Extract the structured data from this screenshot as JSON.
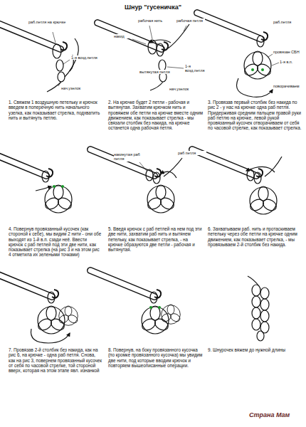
{
  "diagram": {
    "title": "Шнур \"гусеничка\"",
    "labels": [
      "раб.петля на крючке",
      "1-я возд.петля",
      "нач.узелок",
      "1. Свяжем 1 воздушную петельку и крючок введем в поперечную нить начального узелка, как показывает стрелка, подхватить нить и вытянуть петлю.",
      "рабочая нить",
      "рабочая петля",
      "накид",
      "вытянутая петля",
      "1-я возд.петля",
      "нач.узелок",
      "2. На крючке будет 2 петли - рабочая и вытянутая. Захватим крючком нить и провяжем обе петли на крючке вместе одним движением, как показывает стрелка - мы связали столбик без накида, на крючке останется одна рабочая петля.",
      "раб.петля",
      "провязан СБН",
      "1-я в.п.",
      "поворачиваем",
      "3. Провязав первый столбик без накида по рис 2 - у нас на крючке одна раб петля. Придерживая средним пальцем правой руки раб петлю на крючке, левой рукой провязанный кусочек отворачиваем от себя по часовой стрелке, как показывает стрелка.",
      "4. Повернув провязанный кусочек (как стороной к себе), мы видим 2 нити - они обе выходят из 1-й в.п. сзади неё. Ввести крючок с раб петлей под эти две нити, как показывает стрелка (на рис 3 и на этом рис 4 отметила их зелеными точками)",
      "накинутая раб петля",
      "раб петля",
      "5. Введя крючок с раб петлей на нем под эти две нити, захватим раб нить и вытянем петельку, как показывает стрелка, - на крючке образуются две петли - рабочая и вытянутая.",
      "6. Захватываем раб. нить и протаскиваем петельку через обе петли на крючке одним движением, как показывает стрелка, - мы провязываем 2-й столбик без накида.",
      "7. Провязав 2-й столбик без накида, как на рис 6, на крючке - одна раб петля. Снова, как на рис 3, повернем провязанный кусочек от себя по часовой стрелке, той стороной вверх, которая на этом этапе явл. изнанкой",
      "8. Повернув, на боку провязанного кусочка (по кромке провязанного кусочка) мы увидим две нити, под которые вводим крючок и повторяем вышеописанные операции.",
      "9. Шнурочек вяжем до нужной длины",
      "Страна Мам"
    ]
  }
}
